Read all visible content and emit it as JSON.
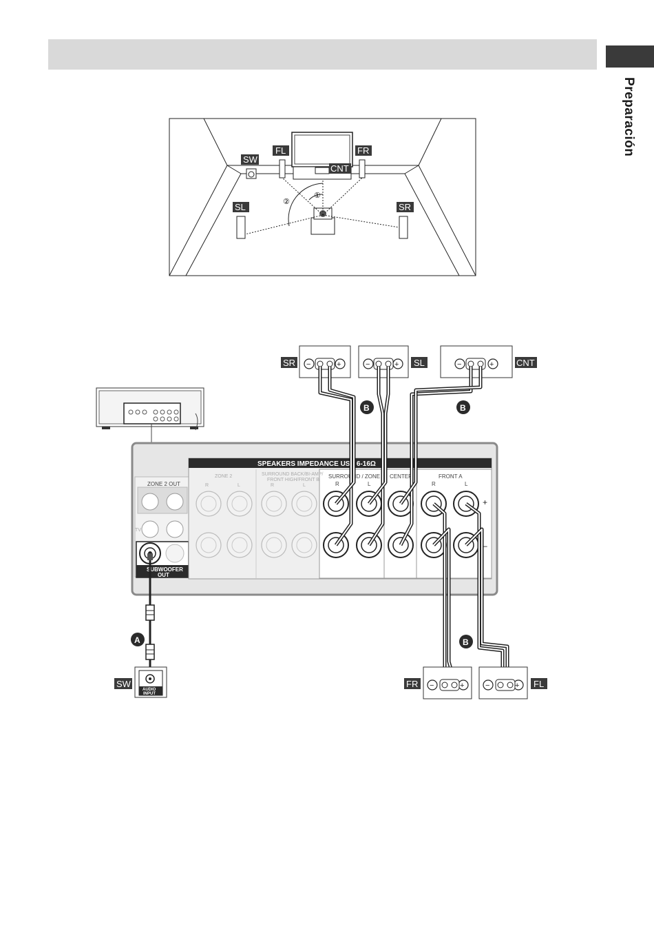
{
  "side_tab": {
    "label": "Preparación"
  },
  "room": {
    "labels": {
      "sw": "SW",
      "fl": "FL",
      "fr": "FR",
      "cnt": "CNT",
      "sl": "SL",
      "sr": "SR"
    },
    "angle_markers": [
      "①",
      "②"
    ]
  },
  "panel": {
    "speakers_header": "SPEAKERS   IMPEDANCE USE 6-16Ω",
    "zone2": "ZONE 2",
    "surround_back": "SURROUND BACK/BI-AMP/",
    "front_high": "FRONT HIGH/FRONT B",
    "surround_zone3": "SURROUND / ZONE 3",
    "center": "CENTER",
    "front_a": "FRONT A",
    "r": "R",
    "l": "L",
    "plus": "+",
    "minus": "–",
    "zone2_out": "ZONE 2 OUT",
    "tv": "TV",
    "subwoofer_out_1": "SUBWOOFER",
    "subwoofer_out_2": "OUT"
  },
  "terminals": {
    "sr": "SR",
    "sl": "SL",
    "cnt": "CNT",
    "fr": "FR",
    "fl": "FL",
    "sw": "SW",
    "minus_sym": "⊖",
    "plus_sym": "⊕"
  },
  "cables": {
    "a": "A",
    "b": "B"
  },
  "sw_input": {
    "line1": "AUDIO",
    "line2": "INPUT"
  }
}
